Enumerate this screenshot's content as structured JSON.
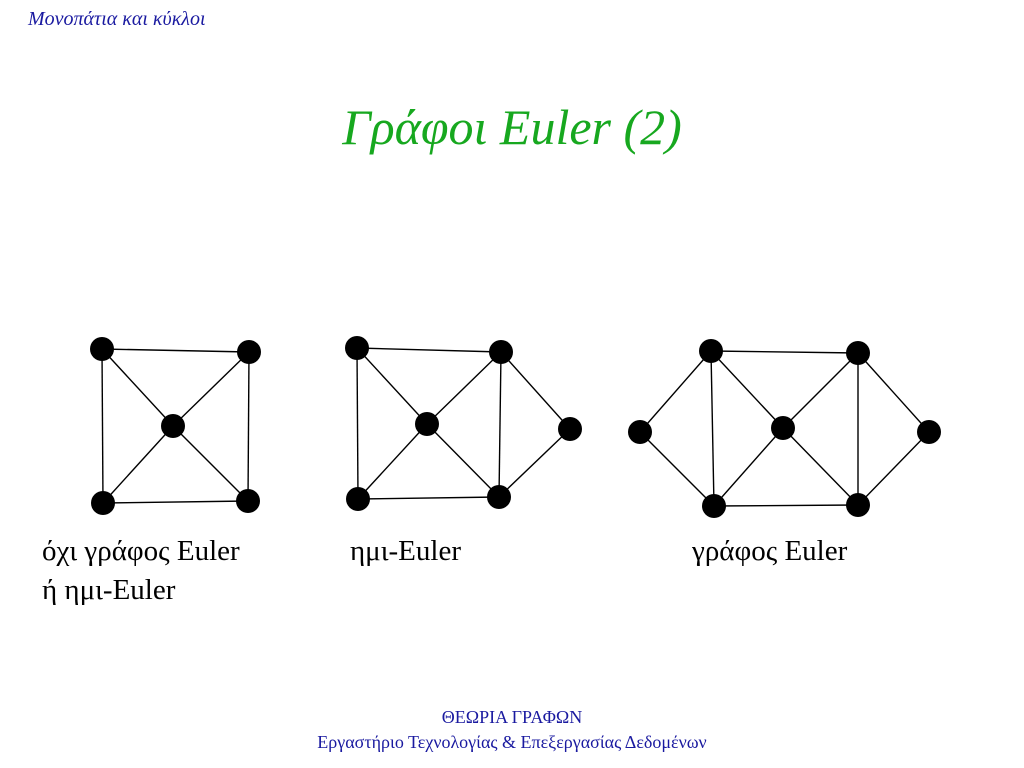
{
  "header": {
    "topic": "Μονοπάτια και κύκλοι"
  },
  "slide": {
    "title": "Γράφοι Euler (2)"
  },
  "graphs": [
    {
      "caption_line1": "όχι γράφος Euler",
      "caption_line2": "ή ημι-Euler"
    },
    {
      "caption_line1": "ημι-Euler"
    },
    {
      "caption_line1": "γράφος Euler"
    }
  ],
  "footer": {
    "line1": "ΘΕΩΡΙΑ ΓΡΑΦΩΝ",
    "line2": "Εργαστήριο Τεχνολογίας & Επεξεργασίας Δεδομένων"
  },
  "colors": {
    "title": "#17a81f",
    "header": "#1a1aa0",
    "footer": "#1a1aa0",
    "graph": "#000000"
  }
}
